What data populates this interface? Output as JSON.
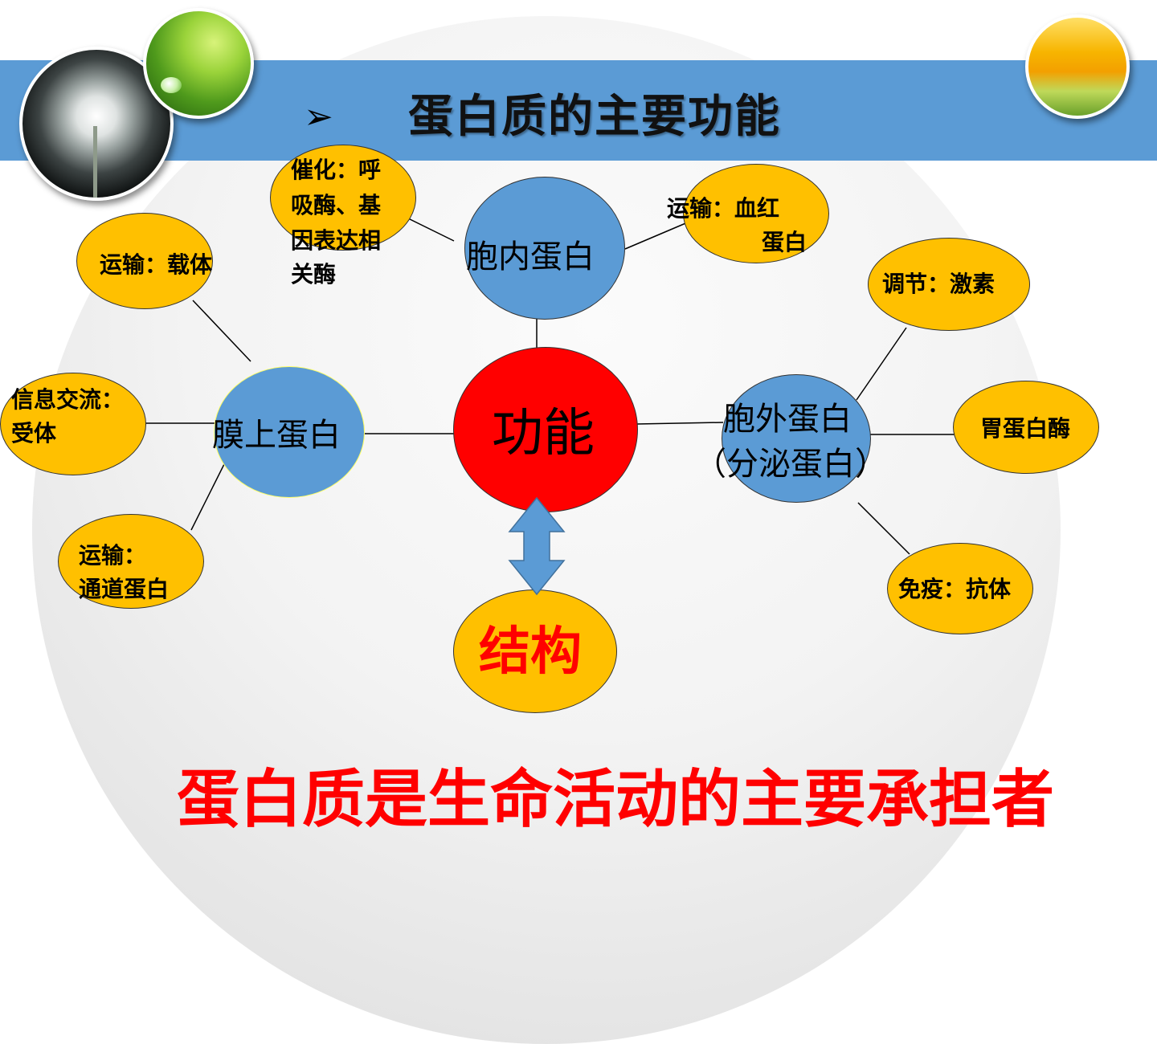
{
  "slide": {
    "title_bullet": "➢",
    "title": "蛋白质的主要功能",
    "conclusion": "蛋白质是生命活动的主要承担者"
  },
  "diagram": {
    "center": "功能",
    "structure": "结构",
    "branches": {
      "intracellular": "胞内蛋白",
      "membrane": "膜上蛋白",
      "extracellular_line1": "胞外蛋白",
      "extracellular_line2": "（分泌蛋白）"
    },
    "leaves": {
      "catalysis": [
        "催化：呼",
        "吸酶、基",
        "因表达相",
        "关酶"
      ],
      "transport_hemoglobin": [
        "运输：血红",
        "蛋白"
      ],
      "transport_carrier": "运输：载体",
      "signal_receptor": [
        "信息交流：",
        "受体"
      ],
      "transport_channel": [
        "运输：",
        "通道蛋白"
      ],
      "regulation_hormone": "调节：激素",
      "pepsin": "胃蛋白酶",
      "immunity_antibody": "免疫：抗体"
    }
  },
  "colors": {
    "banner": "#5b9bd5",
    "branch_node": "#5b9bd5",
    "leaf_node": "#ffc000",
    "center_node": "#ff0000",
    "arrow": "#5b9bd5",
    "conclusion_text": "#ff0000"
  },
  "photos": [
    "dandelion",
    "green-leaf-with-water-drop",
    "yellow-tulips"
  ]
}
